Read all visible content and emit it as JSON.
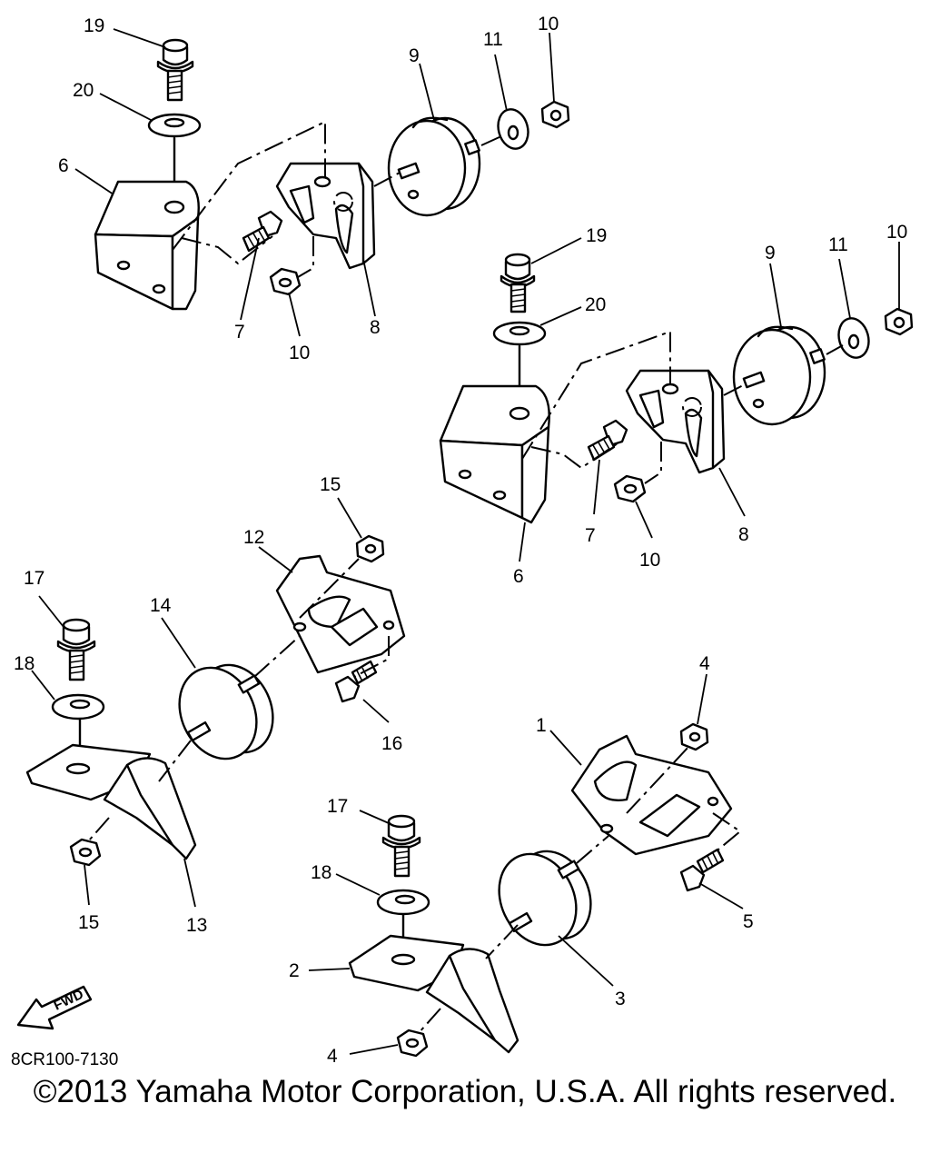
{
  "diagram": {
    "part_labels": [
      "19",
      "20",
      "6",
      "7",
      "8",
      "10",
      "9",
      "11",
      "10",
      "19",
      "20",
      "9",
      "11",
      "10",
      "7",
      "10",
      "8",
      "6",
      "15",
      "12",
      "17",
      "14",
      "18",
      "16",
      "15",
      "13",
      "1",
      "4",
      "17",
      "18",
      "5",
      "2",
      "3",
      "4"
    ],
    "code": "8CR100-7130",
    "fwd_label": "FWD"
  },
  "footer": {
    "copyright": "©2013 Yamaha Motor Corporation, U.S.A. All rights reserved."
  }
}
